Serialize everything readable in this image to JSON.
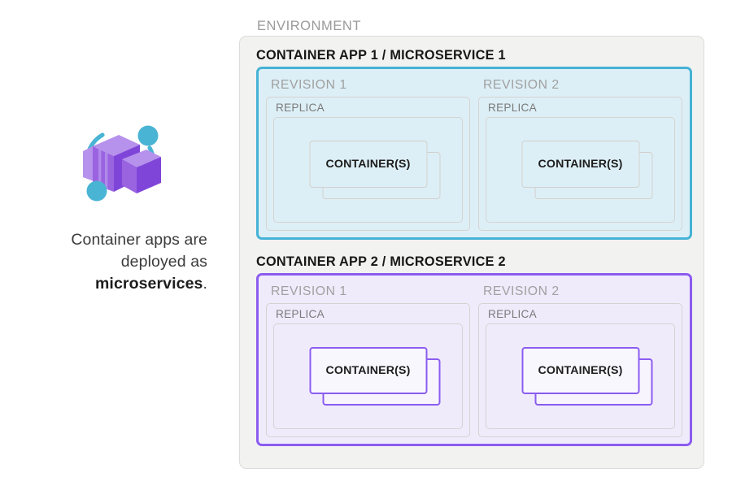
{
  "caption": {
    "line1": "Container apps are",
    "line2": "deployed as",
    "bold": "microservices",
    "period": "."
  },
  "icon": {
    "name": "azure-container-apps-icon",
    "arc_color": "#4ab4d4",
    "dot_color": "#4ab4d4",
    "box_light": "#a77ce8",
    "box_mid": "#9a63e0",
    "box_dark": "#7b3fd4"
  },
  "environment": {
    "label": "ENVIRONMENT",
    "panel_bg": "#f2f2f1",
    "panel_border": "#dcdcda"
  },
  "apps": [
    {
      "title": "CONTAINER APP 1 / MICROSERVICE 1",
      "accent": "#45b3d5",
      "fill": "#ddeff6",
      "revisions": [
        {
          "label": "REVISION 1",
          "replica_label": "REPLICA",
          "container_label": "CONTAINER(S)"
        },
        {
          "label": "REVISION 2",
          "replica_label": "REPLICA",
          "container_label": "CONTAINER(S)"
        }
      ]
    },
    {
      "title": "CONTAINER APP 2 / MICROSERVICE 2",
      "accent": "#8b5cf0",
      "fill": "#f0ebfb",
      "revisions": [
        {
          "label": "REVISION 1",
          "replica_label": "REPLICA",
          "container_label": "CONTAINER(S)"
        },
        {
          "label": "REVISION 2",
          "replica_label": "REPLICA",
          "container_label": "CONTAINER(S)"
        }
      ]
    }
  ]
}
